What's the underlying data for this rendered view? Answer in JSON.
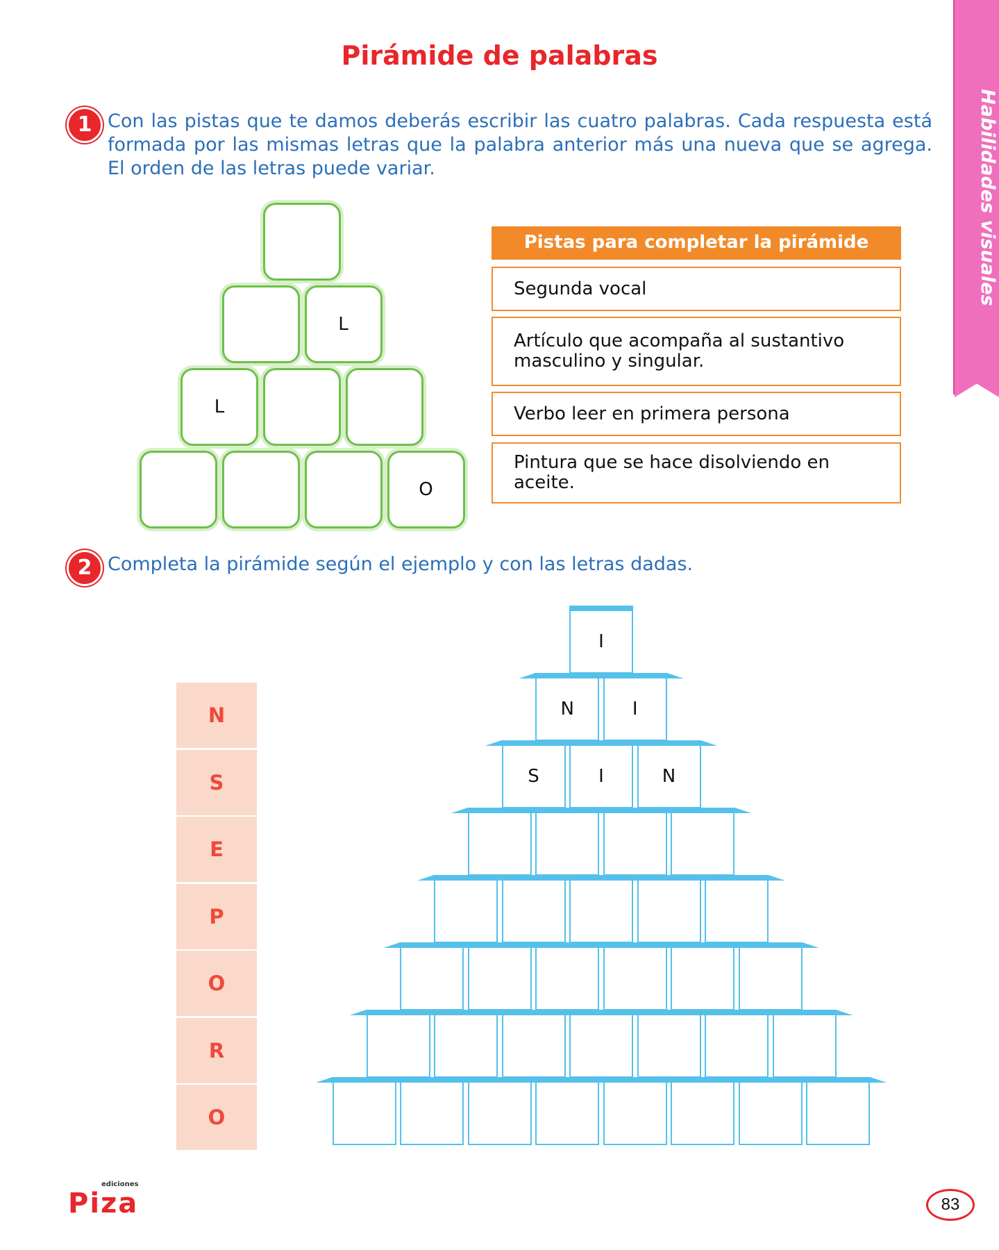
{
  "page": {
    "title": "Pirámide de palabras",
    "side_tab": "Habilidades visuales",
    "page_number": "83",
    "logo": {
      "main": "Piza",
      "sub": "ediciones"
    }
  },
  "exercise1": {
    "number": "1",
    "instruction": "Con las pistas que te damos deberás escribir las cuatro palabras. Cada respuesta está formada por las mismas letras que la palabra anterior más una nueva que se agrega. El orden de las letras puede variar.",
    "pyramid_rows": [
      [
        ""
      ],
      [
        "",
        "L"
      ],
      [
        "L",
        "",
        ""
      ],
      [
        "",
        "",
        "",
        "O"
      ]
    ],
    "clues_title": "Pistas para completar la pirámide",
    "clues": [
      "Segunda vocal",
      "Artículo que acompaña al sustantivo masculino y singular.",
      "Verbo leer en primera persona",
      "Pintura que se hace disolviendo en aceite."
    ]
  },
  "exercise2": {
    "number": "2",
    "instruction": "Completa la pirámide según el ejemplo y con las letras dadas.",
    "letters": [
      "N",
      "S",
      "E",
      "P",
      "O",
      "R",
      "O"
    ],
    "pyramid_rows": [
      [
        "I"
      ],
      [
        "N",
        "I"
      ],
      [
        "S",
        "I",
        "N"
      ],
      [
        "",
        "",
        "",
        ""
      ],
      [
        "",
        "",
        "",
        "",
        ""
      ],
      [
        "",
        "",
        "",
        "",
        "",
        ""
      ],
      [
        "",
        "",
        "",
        "",
        "",
        "",
        ""
      ],
      [
        "",
        "",
        "",
        "",
        "",
        "",
        "",
        ""
      ]
    ]
  },
  "colors": {
    "title_red": "#e8262b",
    "instruction_blue": "#2c6fb8",
    "green_border": "#6cc04a",
    "orange": "#f28a2a",
    "pink_tab": "#f06fbd",
    "letter_bg": "#fad9cb",
    "letter_text": "#f0493a",
    "blue_border": "#55c1ea"
  }
}
